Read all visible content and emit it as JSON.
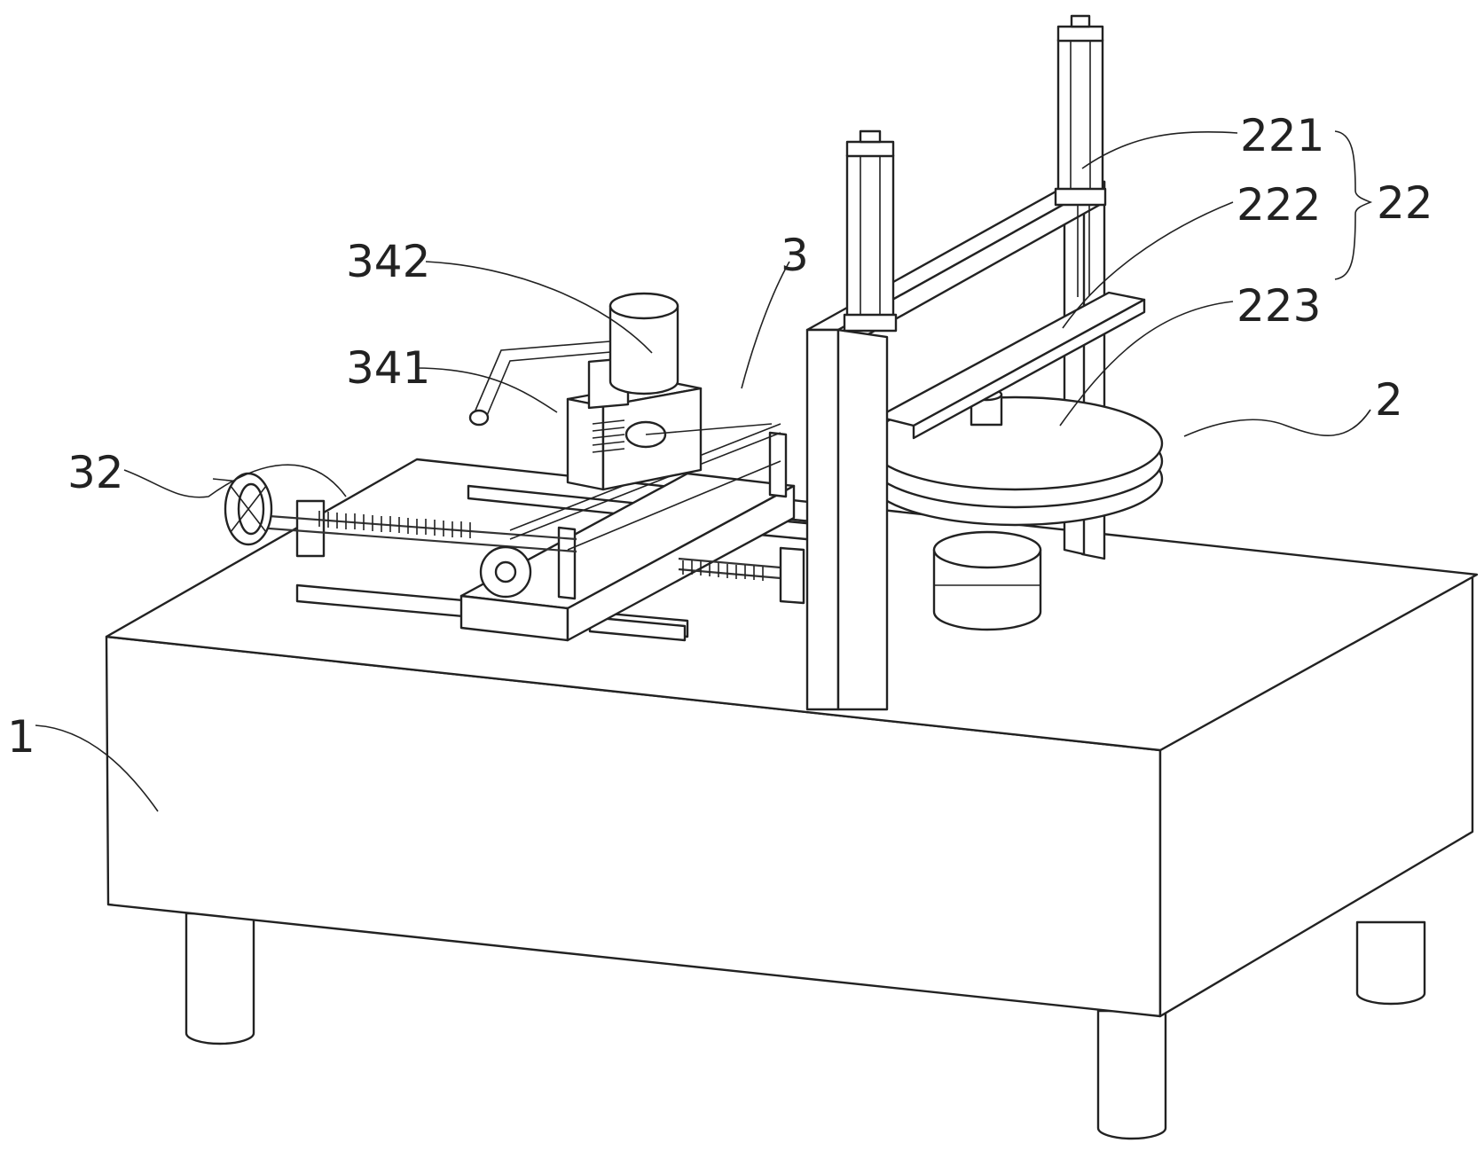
{
  "labels": {
    "l1": "1",
    "l2": "2",
    "l3": "3",
    "l22": "22",
    "l221": "221",
    "l222": "222",
    "l223": "223",
    "l32": "32",
    "l341": "341",
    "l342": "342"
  }
}
